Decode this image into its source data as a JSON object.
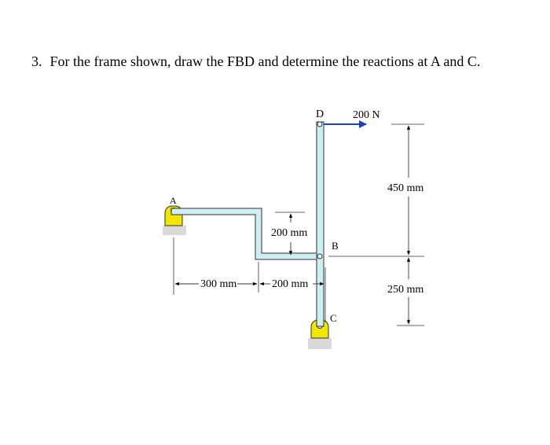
{
  "problem": {
    "number": "3.",
    "text": "For the frame shown, draw the FBD and determine the reactions at A and C."
  },
  "figure": {
    "labels": {
      "point_a": "A",
      "point_b": "B",
      "point_c": "C",
      "point_d": "D"
    },
    "load": {
      "label": "200 N",
      "color": "#1a3fc9"
    },
    "dimensions": {
      "horizontal_left": "300 mm",
      "horizontal_right": "200 mm",
      "vertical_drop": "200 mm",
      "vertical_top": "450 mm",
      "vertical_bottom": "250 mm"
    },
    "colors": {
      "member_fill": "#cdeef2",
      "member_stroke": "#333333",
      "support_fill": "#f2e600",
      "ground_fill": "#d9d9d9"
    }
  }
}
